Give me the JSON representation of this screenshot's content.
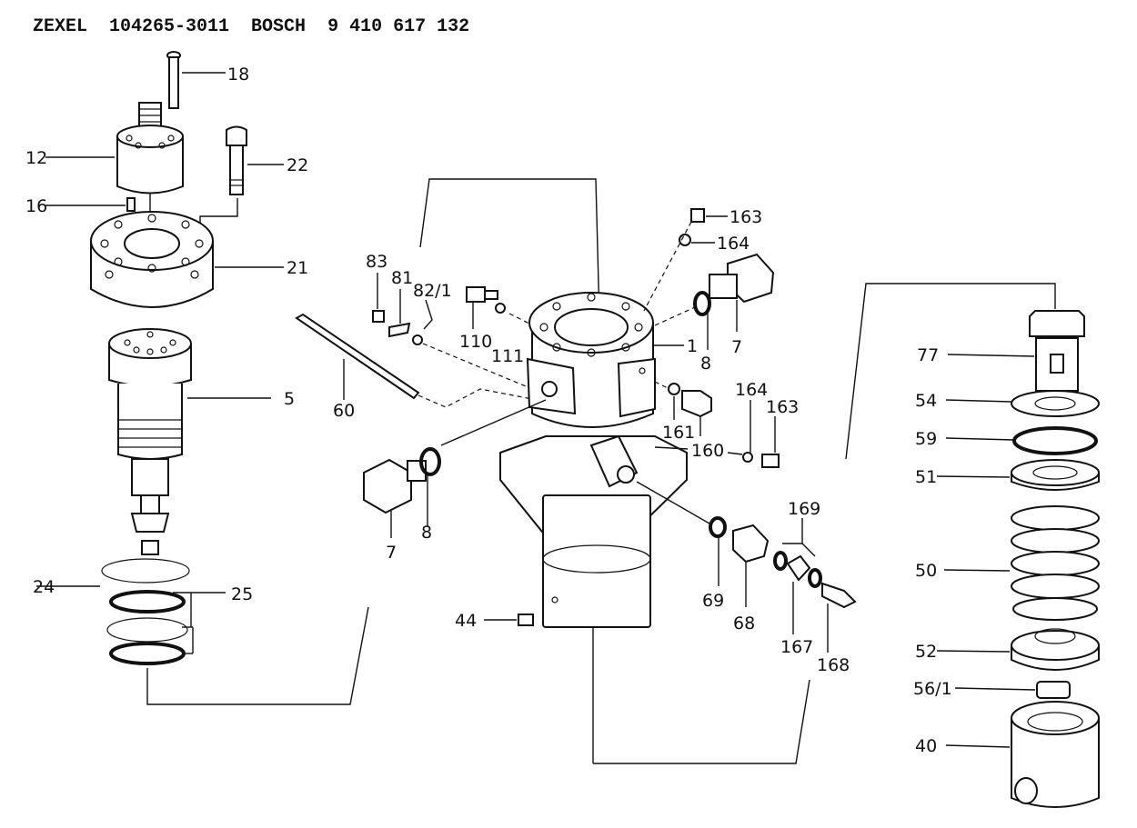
{
  "header": {
    "maker1": "ZEXEL",
    "number1": "104265-3011",
    "maker2": "BOSCH",
    "number2": "9 410 617 132"
  },
  "labels": {
    "p18": "18",
    "p12": "12",
    "p22": "22",
    "p16": "16",
    "p21": "21",
    "p5": "5",
    "p24": "24",
    "p25": "25",
    "p60": "60",
    "p83": "83",
    "p81": "81",
    "p82": "82/1",
    "p110": "110",
    "p111": "111",
    "p1": "1",
    "p7a": "7",
    "p8a": "8",
    "p163a": "163",
    "p164a": "164",
    "p161": "161",
    "p160": "160",
    "p164b": "164",
    "p163b": "163",
    "p7b": "7",
    "p8b": "8",
    "p44": "44",
    "p69": "69",
    "p68": "68",
    "p169": "169",
    "p167": "167",
    "p168": "168",
    "p77": "77",
    "p54": "54",
    "p59": "59",
    "p51": "51",
    "p50": "50",
    "p52": "52",
    "p56": "56/1",
    "p40": "40"
  }
}
